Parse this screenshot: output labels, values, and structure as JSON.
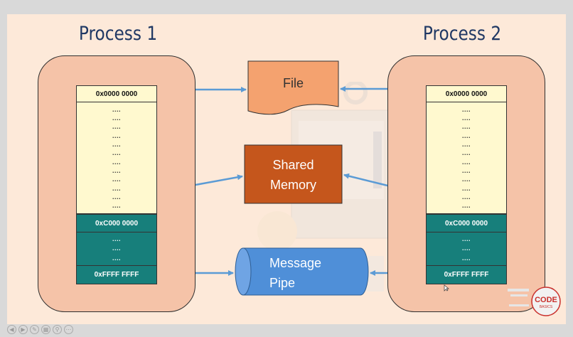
{
  "process1": {
    "title": "Process 1",
    "memory": {
      "top": "0x0000 0000",
      "teal_start": "0xC000 0000",
      "bottom": "0xFFFF FFFF",
      "ellipsis": "...."
    }
  },
  "process2": {
    "title": "Process 2",
    "memory": {
      "top": "0x0000 0000",
      "teal_start": "0xC000 0000",
      "bottom": "0xFFFF FFFF",
      "ellipsis": "...."
    }
  },
  "ipc": {
    "file": "File",
    "shared_memory": {
      "line1": "Shared",
      "line2": "Memory"
    },
    "message_pipe": {
      "line1": "Message",
      "line2": "Pipe"
    }
  },
  "colors": {
    "background": "#fde9d9",
    "process_box": "#f5c3a8",
    "memory_fill": "#fff9cf",
    "memory_teal": "#177f7b",
    "file_fill": "#f4a26f",
    "shared_memory_fill": "#c5561c",
    "pipe_fill": "#4f8fd8",
    "arrow": "#5b9bd5",
    "title": "#1f3864"
  },
  "logo": {
    "line1": "CODE",
    "line2": "BASICS"
  }
}
